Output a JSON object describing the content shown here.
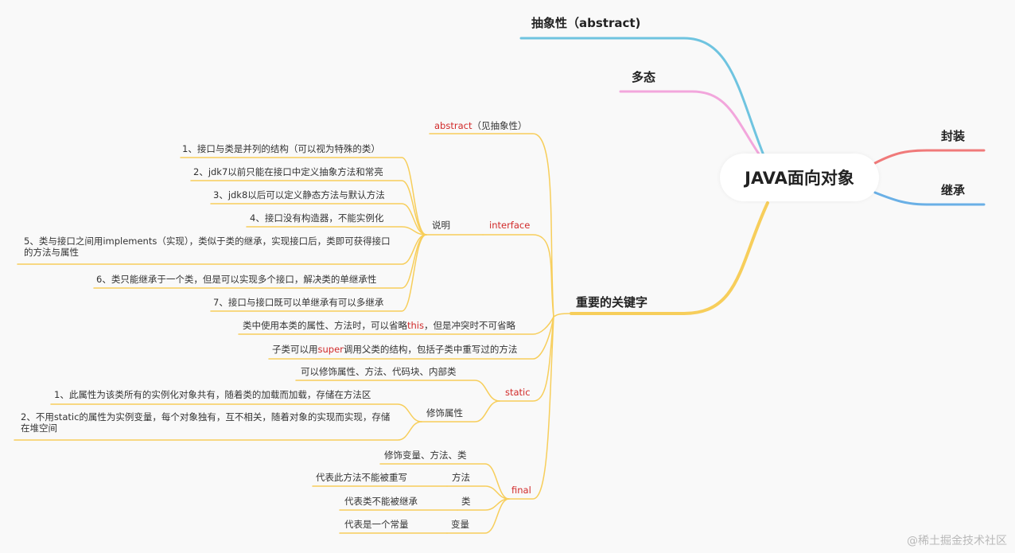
{
  "root": {
    "label": "JAVA面向对象"
  },
  "branches": {
    "abstract": "抽象性（abstract)",
    "polymorphism": "多态",
    "encapsulation": "封装",
    "inheritance": "继承",
    "keywords": "重要的关键字"
  },
  "keywords": {
    "abstract_item": {
      "name": "abstract",
      "note": "（见抽象性）"
    },
    "interface": {
      "name": "interface",
      "label": "说明",
      "items": [
        "1、接口与类是并列的结构（可以视为特殊的类）",
        "2、jdk7以前只能在接口中定义抽象方法和常亮",
        "3、jdk8以后可以定义静态方法与默认方法",
        "4、接口没有构造器，不能实例化",
        "5、类与接口之间用implements（实现），类似于类的继承，实现接口后，类即可获得接口的方法与属性",
        "6、类只能继承于一个类，但是可以实现多个接口，解决类的单继承性",
        "7、接口与接口既可以单继承有可以多继承"
      ]
    },
    "this_item": {
      "before": "类中使用本类的属性、方法时，可以省略",
      "keyword": "this",
      "after": "，但是冲突时不可省略"
    },
    "super_item": {
      "before": "子类可以用",
      "keyword": "super",
      "after": "调用父类的结构，包括子类中重写过的方法"
    },
    "static": {
      "name": "static",
      "usage": "可以修饰属性、方法、代码块、内部类",
      "attr_label": "修饰属性",
      "attr_items": [
        "1、此属性为该类所有的实例化对象共有，随着类的加载而加载，存储在方法区",
        "2、不用static的属性为实例变量，每个对象独有，互不相关，随着对象的实现而实现，存储在堆空间"
      ]
    },
    "final": {
      "name": "final",
      "usage": "修饰变量、方法、类",
      "method": {
        "label": "方法",
        "desc": "代表此方法不能被重写"
      },
      "class": {
        "label": "类",
        "desc": "代表类不能被继承"
      },
      "variable": {
        "label": "变量",
        "desc": "代表是一个常量"
      }
    }
  },
  "watermark": "@稀土掘金技术社区",
  "colors": {
    "abstract_branch": "#6fc4e0",
    "polymorphism_branch": "#f2a6dc",
    "encapsulation_branch": "#f07a7a",
    "inheritance_branch": "#6ab0e6",
    "keywords_branch": "#f7ce5b",
    "keyword_text": "#d12a2a"
  }
}
